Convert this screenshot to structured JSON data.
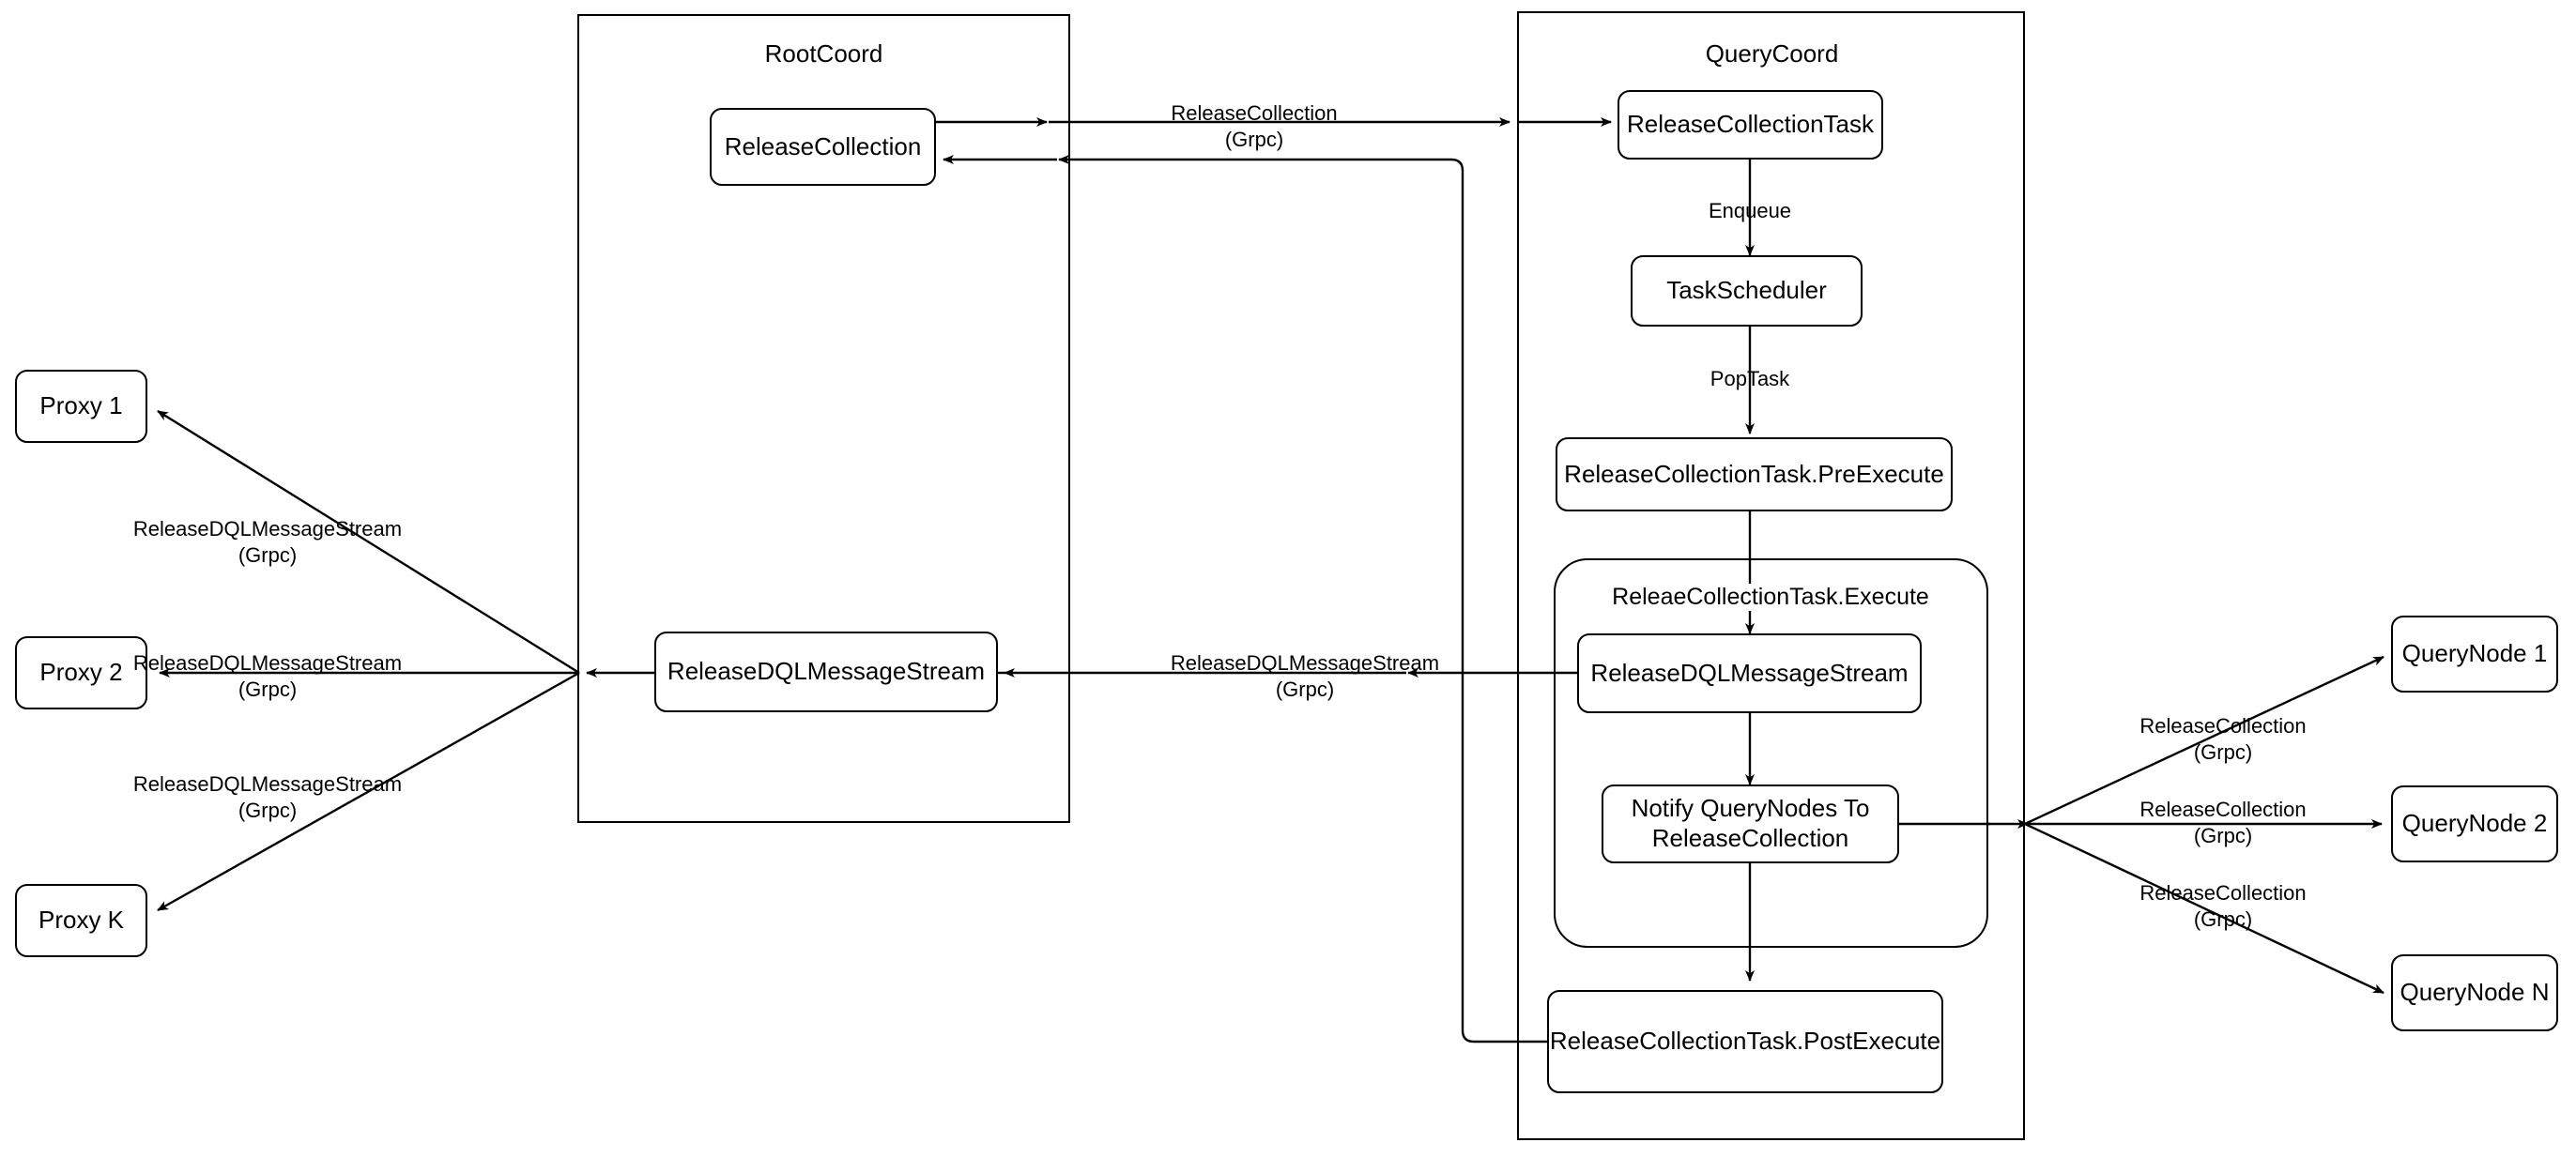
{
  "diagram": {
    "title": "ReleaseCollection Flow",
    "background_color": "#ffffff",
    "stroke_color": "#000000",
    "text_color": "#000000"
  },
  "containers": [
    {
      "id": "rootcoord",
      "label": "RootCoord",
      "shape": "rectangle"
    },
    {
      "id": "querycoord",
      "label": "QueryCoord",
      "shape": "rectangle"
    },
    {
      "id": "execute",
      "label": "ReleaeCollectionTask.Execute",
      "shape": "rounded-rectangle"
    }
  ],
  "nodes": {
    "proxy_1": "Proxy 1",
    "proxy_2": "Proxy 2",
    "proxy_k": "Proxy K",
    "root_release_collection": "ReleaseCollection",
    "root_release_dql": "ReleaseDQLMessageStream",
    "qc_release_collection_task": "ReleaseCollectionTask",
    "qc_task_scheduler": "TaskScheduler",
    "qc_pre_execute": "ReleaseCollectionTask.PreExecute",
    "qc_release_dql": "ReleaseDQLMessageStream",
    "qc_notify_querynodes": "Notify QueryNodes To\nReleaseCollection",
    "qc_post_execute": "ReleaseCollectionTask.PostExecute",
    "querynode_1": "QueryNode 1",
    "querynode_2": "QueryNode 2",
    "querynode_n": "QueryNode N"
  },
  "edge_labels": {
    "release_collection_grpc_top": "ReleaseCollection\n(Grpc)",
    "release_dql_proxy_1": "ReleaseDQLMessageStream\n(Grpc)",
    "release_dql_proxy_2": "ReleaseDQLMessageStream\n(Grpc)",
    "release_dql_proxy_k": "ReleaseDQLMessageStream\n(Grpc)",
    "release_dql_middle": "ReleaseDQLMessageStream\n(Grpc)",
    "enqueue": "Enqueue",
    "pop_task": "PopTask",
    "release_collection_qn_1": "ReleaseCollection\n(Grpc)",
    "release_collection_qn_2": "ReleaseCollection\n(Grpc)",
    "release_collection_qn_n": "ReleaseCollection\n(Grpc)"
  }
}
